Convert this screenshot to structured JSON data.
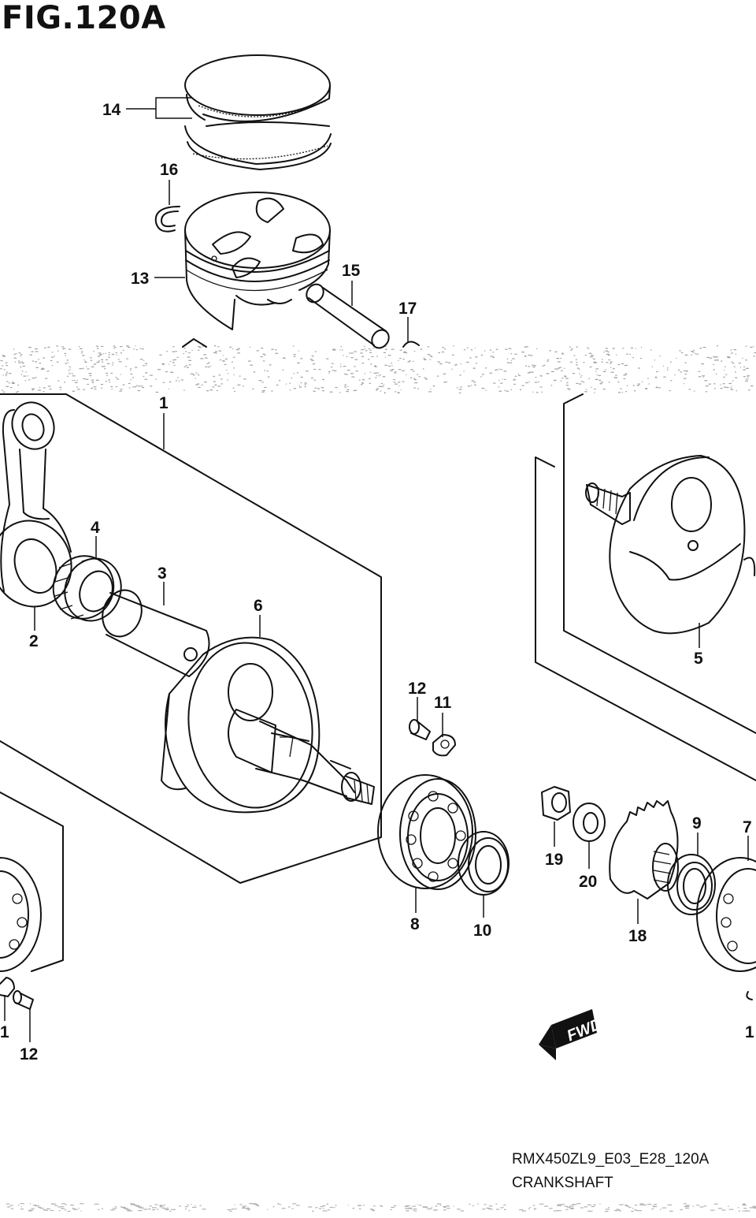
{
  "figure_title": "FIG.120A",
  "diagram_code": "RMX450ZL9_E03_E28_120A",
  "caption": "CRANKSHAFT",
  "fwd_badge": "FWD",
  "callouts": {
    "c1": "1",
    "c2": "2",
    "c3": "3",
    "c4": "4",
    "c5": "5",
    "c6": "6",
    "c7": "7",
    "c8": "8",
    "c9": "9",
    "c10": "10",
    "c11": "11",
    "c12": "12",
    "c13": "13",
    "c14": "14",
    "c15": "15",
    "c16": "16",
    "c17": "17",
    "c18": "18",
    "c19": "19",
    "c20": "20",
    "c11b": "1",
    "c12b": "12",
    "c_edge": "1"
  }
}
